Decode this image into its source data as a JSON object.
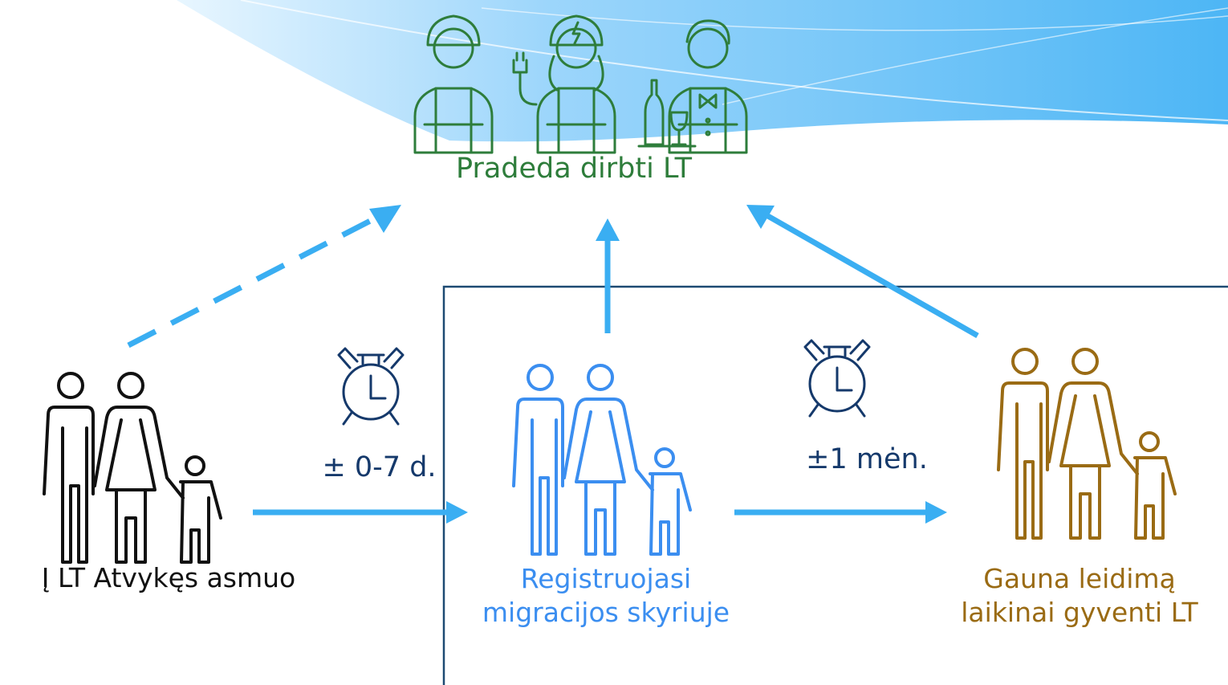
{
  "colors": {
    "worker_green": "#2e7d3b",
    "arrow_blue": "#3aaef2",
    "person_black": "#111111",
    "person_blue": "#3b8ef0",
    "person_gold": "#9a6b14",
    "clock_navy": "#15396b",
    "box_navy": "#1d4a72"
  },
  "nodes": {
    "start_work": {
      "label": "Pradeda dirbti  LT",
      "icon": "workers-group-icon"
    },
    "arrived": {
      "label": "Į  LT Atvykęs asmuo",
      "icon": "family-icon"
    },
    "register": {
      "label_line1": "Registruojasi",
      "label_line2": "migracijos skyriuje",
      "icon": "family-icon"
    },
    "permit": {
      "label_line1": "Gauna  leidimą",
      "label_line2": "laikinai gyventi  LT",
      "icon": "family-icon"
    }
  },
  "durations": {
    "step1": {
      "label": "± 0-7 d.",
      "icon": "alarm-clock-icon"
    },
    "step2": {
      "label": "±1 mėn.",
      "icon": "alarm-clock-icon"
    }
  },
  "edges": [
    {
      "from": "arrived",
      "to": "start_work",
      "style": "dashed"
    },
    {
      "from": "arrived",
      "to": "register",
      "style": "solid"
    },
    {
      "from": "register",
      "to": "start_work",
      "style": "solid"
    },
    {
      "from": "register",
      "to": "permit",
      "style": "solid"
    },
    {
      "from": "permit",
      "to": "start_work",
      "style": "solid"
    }
  ]
}
